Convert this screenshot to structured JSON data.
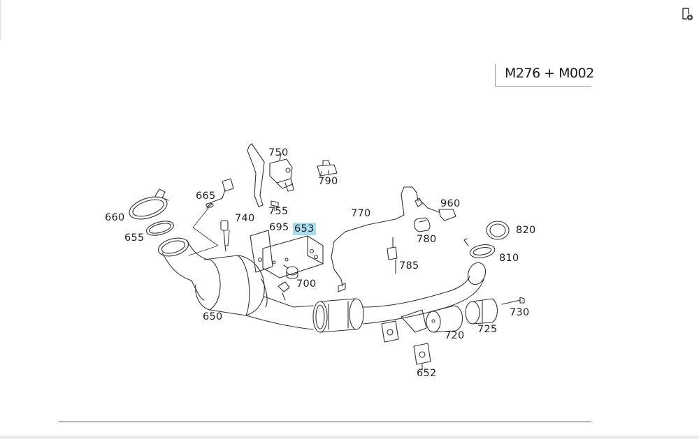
{
  "engine_code": "M276 + M002",
  "toolbar": {
    "corner_icon": "document-add-icon"
  },
  "callouts": {
    "c650": "650",
    "c652": "652",
    "c653": "653",
    "c655": "655",
    "c660": "660",
    "c665": "665",
    "c695": "695",
    "c700": "700",
    "c720": "720",
    "c725": "725",
    "c730": "730",
    "c740": "740",
    "c750": "750",
    "c755": "755",
    "c770": "770",
    "c780": "780",
    "c785": "785",
    "c790": "790",
    "c810": "810",
    "c820": "820",
    "c960": "960"
  },
  "highlighted_callout": "653",
  "colors": {
    "highlight": "#a8dcef",
    "line": "#333333"
  }
}
